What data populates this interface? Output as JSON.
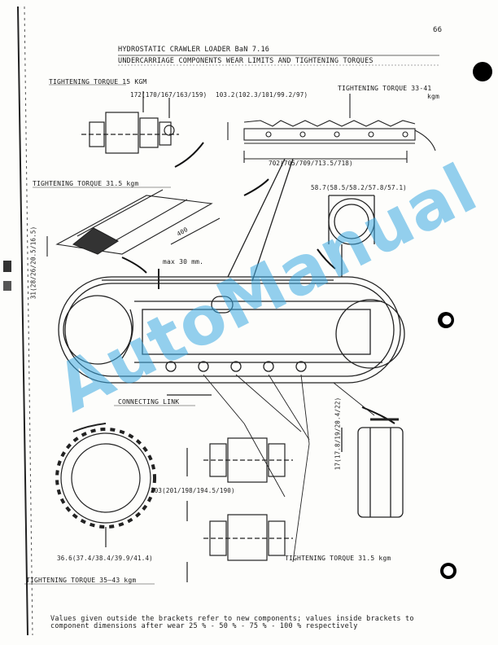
{
  "page_number": "66",
  "header": {
    "line1": "HYDROSTATIC CRAWLER LOADER  BaN 7.16",
    "line2": "UNDERCARRIAGE COMPONENTS WEAR LIMITS AND TIGHTENING TORQUES"
  },
  "labels": {
    "torque_top_left": "TIGHTENING TORQUE 15 KGM",
    "torque_top_right": "TIGHTENING TORQUE 33-41",
    "torque_top_right_unit": "kgm",
    "torque_left_mid": "TIGHTENING TORQUE  31.5 kgm",
    "torque_bottom_right": "TIGHTENING TORQUE  31.5 kgm",
    "torque_bottom_left": "TIGHTENING TORQUE 35–43 kgm",
    "connecting_link": "CONNECTING LINK",
    "max_clearance": "max 30 mm."
  },
  "dimensions": {
    "roller_top": "172(170/167/163/159)",
    "chain_height": "103.2(102.3/101/99.2/97)",
    "chain_pitch": "702(705/709/713.5/718)",
    "idler_hub": "58.7(58.5/58.2/57.8/57.1)",
    "grouser": "400",
    "shoe_height": "31(28/26/20.5/16.5)",
    "roller_flange": "17(17.8/19/20.4/22)",
    "roller_diameter": "203(201/198/194.5/190)",
    "sprocket": "36.6(37.4/38.4/39.9/41.4)"
  },
  "footnote": "Values given outside the brackets refer to new components; values inside brackets to component dimensions after wear 25 % - 50 % - 75 % - 100 % respectively",
  "watermark": "AutoManual"
}
